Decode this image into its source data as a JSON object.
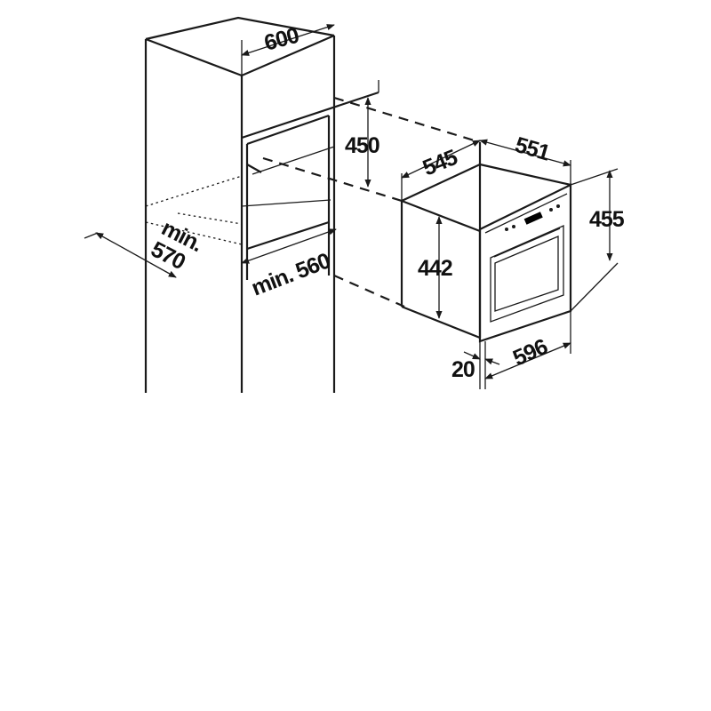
{
  "dimensions": {
    "cabinet_width": "600",
    "niche_height": "450",
    "niche_depth_line1": "min.",
    "niche_depth_line2": "570",
    "niche_width": "min. 560",
    "oven_depth": "545",
    "oven_total_depth": "551",
    "oven_total_height": "455",
    "oven_body_height": "442",
    "front_panel_depth": "20",
    "oven_width": "596"
  },
  "colors": {
    "line": "#1a1a1a",
    "background": "#ffffff"
  }
}
